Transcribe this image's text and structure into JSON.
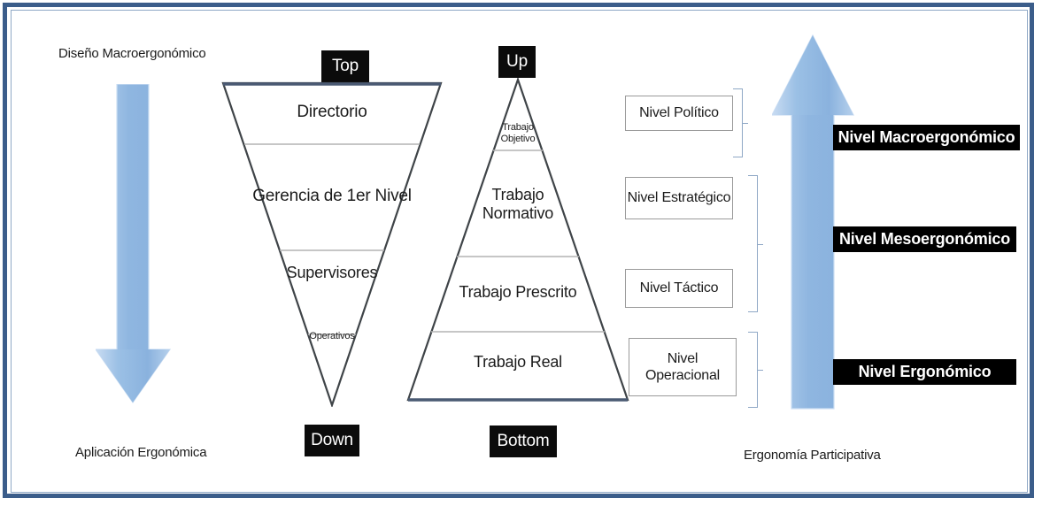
{
  "frame": {
    "border_color": "#3b5d8a",
    "inner_border_color": "#8fa8c6"
  },
  "left_flow": {
    "top_caption": "Diseño Macroergonómico",
    "bottom_caption": "Aplicación Ergonómica",
    "arrow_icon": "arrow-down-icon",
    "arrow_color": "#93b8e0"
  },
  "inverted_triangle": {
    "top_tag": "Top",
    "bottom_tag": "Down",
    "levels": [
      {
        "label": "Directorio"
      },
      {
        "label": "Gerencia de 1er Nivel"
      },
      {
        "label": "Supervisores"
      },
      {
        "label": "Operativos"
      }
    ]
  },
  "pyramid": {
    "top_tag": "Up",
    "bottom_tag": "Bottom",
    "levels": [
      {
        "label": "Trabajo\nObjetivo"
      },
      {
        "label": "Trabajo\nNormativo"
      },
      {
        "label": "Trabajo Prescrito"
      },
      {
        "label": "Trabajo Real"
      }
    ]
  },
  "nivel_boxes": [
    {
      "label": "Nivel Político"
    },
    {
      "label": "Nivel Estratégico"
    },
    {
      "label": "Nivel Táctico"
    },
    {
      "label": "Nivel\nOperacional"
    }
  ],
  "right_flow": {
    "arrow_icon": "arrow-up-icon",
    "arrow_color": "#93b8e0",
    "caption": "Ergonomía Participativa",
    "labels": [
      {
        "label": "Nivel Macroergonómico"
      },
      {
        "label": "Nivel Mesoergonómico"
      },
      {
        "label": "Nivel Ergonómico"
      }
    ]
  }
}
